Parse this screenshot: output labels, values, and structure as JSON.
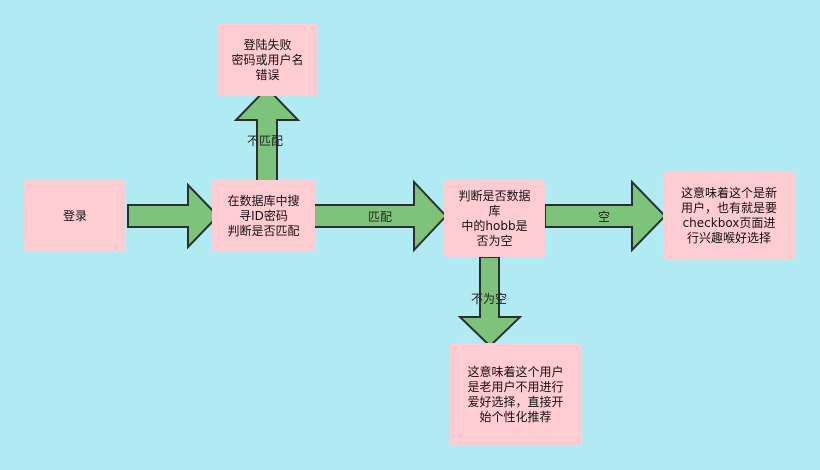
{
  "colors": {
    "background": "#b0ebf3",
    "node_fill": "#ffccd2",
    "arrow_fill": "#7dc47b",
    "arrow_stroke": "#2e2e2e"
  },
  "nodes": {
    "login": "登录",
    "db_check": "在数据库中搜\n寻ID密码\n判断是否匹配",
    "login_failed": "登陆失败\n密码或用户名\n错误",
    "hobby_check": "判断是否数据\n库\n中的hobb是\n否为空",
    "new_user": "这意味着这个是新\n用户，也有就是要\ncheckbox页面进\n行兴趣喉好选择",
    "old_user": "这意味着这个用户\n是老用户不用进行\n爱好选择，直接开\n始个性化推荐"
  },
  "edges": {
    "mismatch": "不匹配",
    "match": "匹配",
    "empty": "空",
    "not_empty": "不为空"
  }
}
